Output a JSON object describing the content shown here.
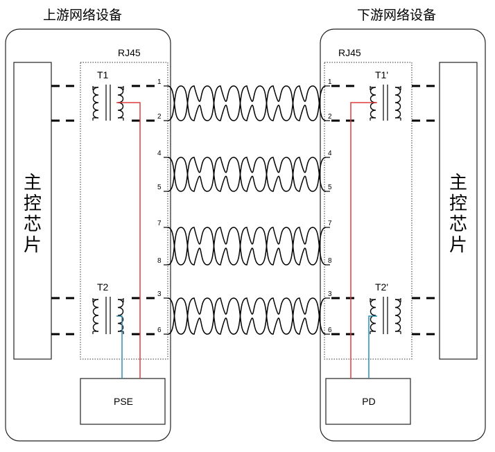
{
  "upstream": {
    "title": "上游网络设备",
    "rj45_label": "RJ45",
    "chip_chars": [
      "主",
      "控",
      "芯",
      "片"
    ],
    "transformer_top": "T1",
    "transformer_bottom": "T2",
    "power_label": "PSE"
  },
  "downstream": {
    "title": "下游网络设备",
    "rj45_label": "RJ45",
    "chip_chars": [
      "主",
      "控",
      "芯",
      "片"
    ],
    "transformer_top": "T1'",
    "transformer_bottom": "T2'",
    "power_label": "PD"
  },
  "pins": [
    "1",
    "2",
    "4",
    "5",
    "7",
    "8",
    "3",
    "6"
  ],
  "colors": {
    "power_positive": "#e03c3c",
    "power_negative": "#2c8fb0"
  }
}
